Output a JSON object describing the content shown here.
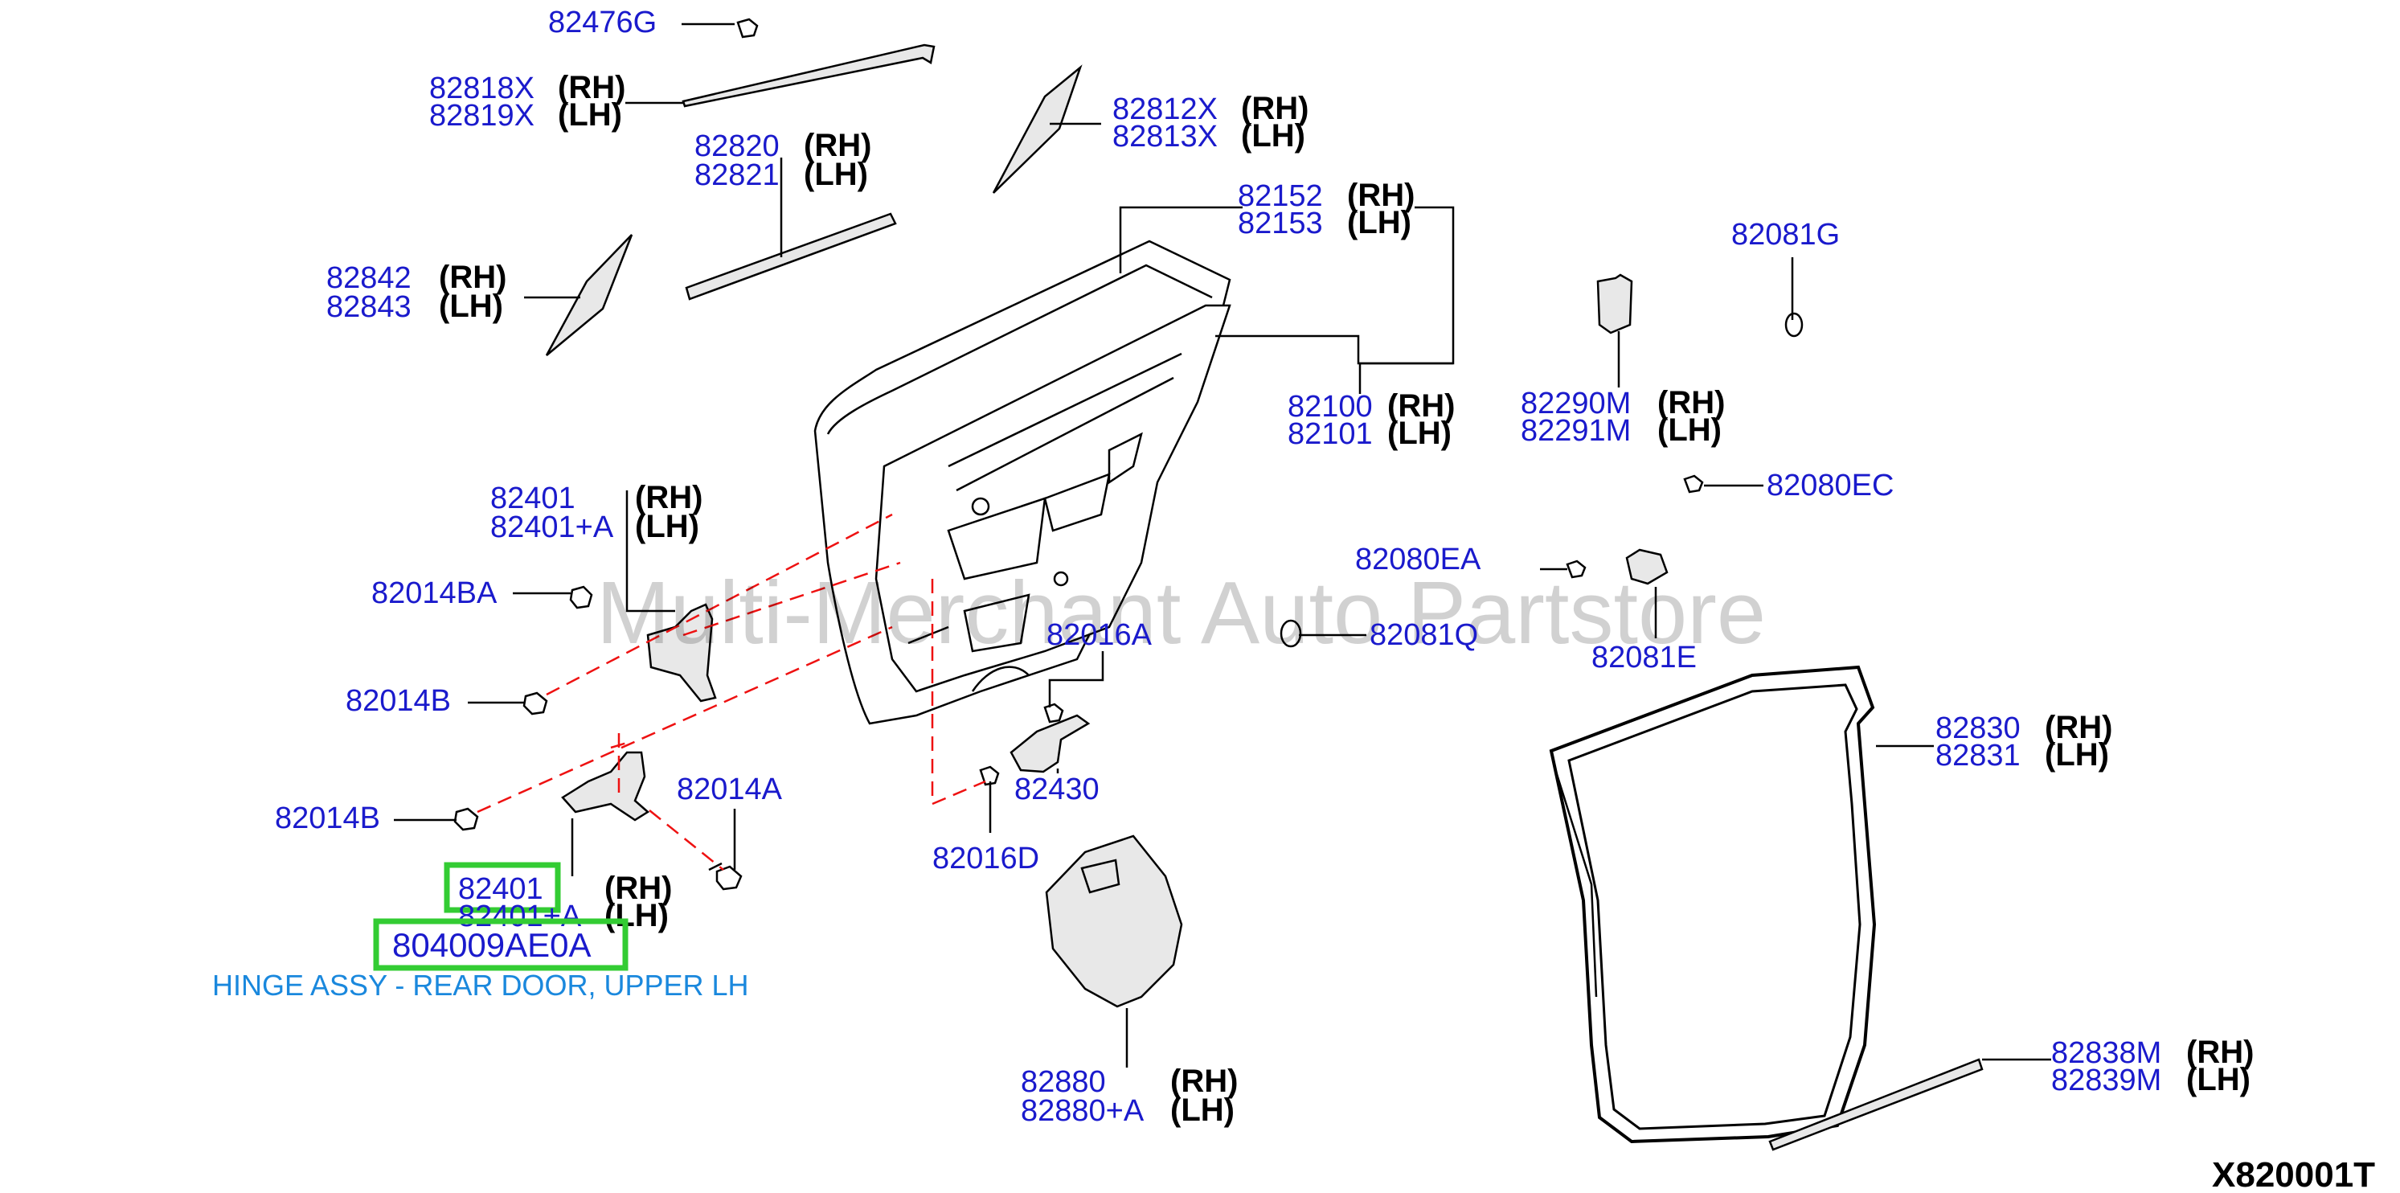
{
  "watermark": "Multi-Merchant Auto Partstore",
  "diagram_code": "X820001T",
  "highlight": {
    "part_number": "804009AE0A",
    "description": "HINGE ASSY - REAR DOOR, UPPER LH"
  },
  "labels": {
    "l82476G": "82476G",
    "l82818X": "82818X",
    "l82819X": "82819X",
    "l82820": "82820",
    "l82821": "82821",
    "l82842": "82842",
    "l82843": "82843",
    "l82812X": "82812X",
    "l82813X": "82813X",
    "l82152": "82152",
    "l82153": "82153",
    "l82081G": "82081G",
    "l82100": "82100",
    "l82101": "82101",
    "l82290M": "82290M",
    "l82291M": "82291M",
    "l82080EC": "82080EC",
    "l82401a": "82401",
    "l82401Aa": "82401+A",
    "l82014BA": "82014BA",
    "l82080EA": "82080EA",
    "l82081Q": "82081Q",
    "l82081E": "82081E",
    "l82016A": "82016A",
    "l82014Ba": "82014B",
    "l82830": "82830",
    "l82831": "82831",
    "l82014A": "82014A",
    "l82430": "82430",
    "l82014Bb": "82014B",
    "l82016D": "82016D",
    "l82401b": "82401",
    "l82401Ab": "82401+A",
    "l82880": "82880",
    "l82880A": "82880+A",
    "l82838M": "82838M",
    "l82839M": "82839M"
  },
  "sides": {
    "rh": "(RH)",
    "lh": "(LH)"
  }
}
